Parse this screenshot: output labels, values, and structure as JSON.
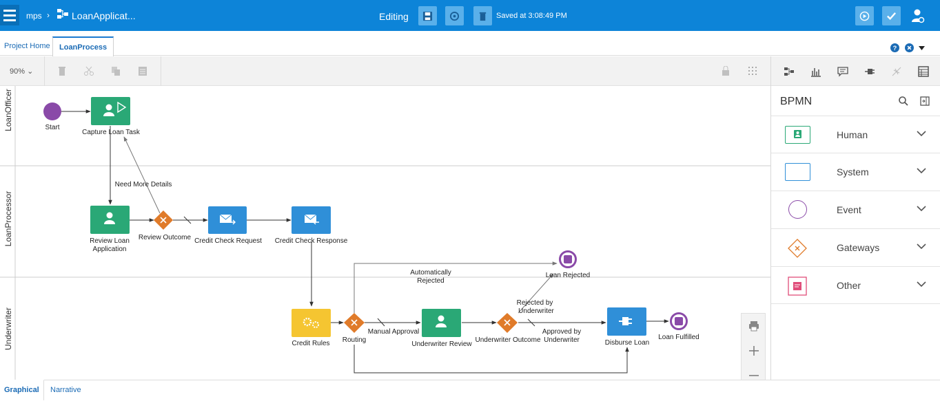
{
  "header": {
    "breadcrumb_space": "mps",
    "breadcrumb_separator": "›",
    "process_name": "LoanApplicat...",
    "mode": "Editing",
    "save_status": "Saved at 3:08:49 PM"
  },
  "tabs": {
    "project_home": "Project Home",
    "active": "LoanProcess"
  },
  "toolbar": {
    "zoom": "90%"
  },
  "palette": {
    "title": "BPMN",
    "categories": [
      {
        "label": "Human",
        "color": "#2aa876"
      },
      {
        "label": "System",
        "color": "#2f8fd8"
      },
      {
        "label": "Event",
        "color": "#8a4aa8"
      },
      {
        "label": "Gateways",
        "color": "#e07b2a"
      },
      {
        "label": "Other",
        "color": "#e04d7a"
      }
    ]
  },
  "lanes": [
    "LoanOfficer",
    "LoanProcessor",
    "Underwriter"
  ],
  "nodes": {
    "start": "Start",
    "capture": "Capture Loan Task",
    "review_app": "Review Loan Application",
    "review_outcome": "Review Outcome",
    "credit_request": "Credit Check Request",
    "credit_response": "Credit Check Response",
    "credit_rules": "Credit Rules",
    "routing": "Routing",
    "underwriter_review": "Underwriter Review",
    "underwriter_outcome": "Underwriter Outcome",
    "disburse": "Disburse Loan",
    "loan_fulfilled": "Loan Fulfilled",
    "loan_rejected": "Loan Rejected"
  },
  "edges": {
    "need_more": "Need More Details",
    "auto_rejected_1": "Automatically",
    "auto_rejected_2": "Rejected",
    "manual_approval": "Manual Approval",
    "rejected_by_1": "Rejected by",
    "rejected_by_2": "Underwriter",
    "approved_by_1": "Approved by",
    "approved_by_2": "Underwriter"
  },
  "bottom_tabs": {
    "graphical": "Graphical",
    "narrative": "Narrative"
  },
  "colors": {
    "header": "#0d84d8",
    "human_task": "#2aa876",
    "service_task": "#2f8fd8",
    "rules_task": "#f5c531",
    "gateway": "#e07b2a",
    "event": "#8a4aa8"
  },
  "icons": [
    "menu-icon",
    "process-icon",
    "save-icon",
    "deploy-icon",
    "delete-icon",
    "run-icon",
    "validate-icon",
    "user-settings-icon",
    "help-icon",
    "close-icon",
    "chevron-down-icon",
    "search-icon",
    "collapse-panel-icon",
    "print-icon",
    "zoom-in-icon",
    "zoom-out-icon"
  ]
}
